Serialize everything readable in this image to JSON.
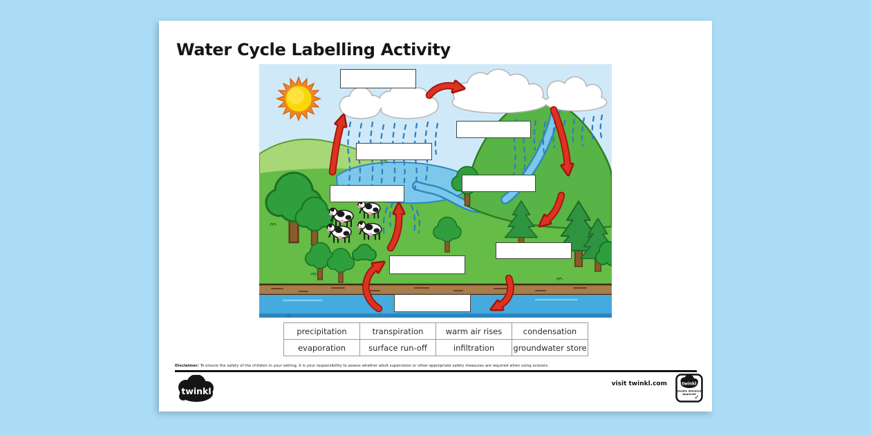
{
  "page": {
    "title": "Water Cycle Labelling Activity"
  },
  "diagram": {
    "description": "Cartoon water cycle scene with sun, clouds, rain, mountain, river, lake, trees, cows, soil layer and groundwater, linked by red arrows",
    "scene_elements": [
      "sun",
      "clouds",
      "rain",
      "mountain",
      "river",
      "lake",
      "trees",
      "cows",
      "soil-layer",
      "groundwater",
      "red-cycle-arrows"
    ],
    "label_boxes": [
      {
        "id": "label-box-1",
        "value": ""
      },
      {
        "id": "label-box-2",
        "value": ""
      },
      {
        "id": "label-box-3",
        "value": ""
      },
      {
        "id": "label-box-4",
        "value": ""
      },
      {
        "id": "label-box-5",
        "value": ""
      },
      {
        "id": "label-box-6",
        "value": ""
      },
      {
        "id": "label-box-7",
        "value": ""
      },
      {
        "id": "label-box-8",
        "value": ""
      }
    ]
  },
  "word_bank": {
    "rows": [
      [
        "precipitation",
        "transpiration",
        "warm air rises",
        "condensation"
      ],
      [
        "evaporation",
        "surface run-off",
        "infiltration",
        "groundwater store"
      ]
    ]
  },
  "icons": {
    "scissors": "✂",
    "checkmark": "✓"
  },
  "footer": {
    "disclaimer_label": "Disclaimer:",
    "disclaimer_text": " To ensure the safety of the children in your setting, it is your responsibility to assess whether adult supervision or other appropriate safety measures are required when using scissors.",
    "logo_text": "twinkl",
    "visit_text": "visit twinkl.com",
    "badge_brand": "twinkl",
    "badge_line1": "Quality Standard",
    "badge_line2": "Approved"
  },
  "colors": {
    "canvas_background": "#aadcf6",
    "paper": "#ffffff",
    "sky": "#cfe9f9",
    "grass": "#65bc46",
    "hill_light": "#a8d778",
    "mountain": "#58b446",
    "water": "#7dc8ea",
    "groundwater": "#45aadd",
    "soil": "#a97c4b",
    "arrow_red": "#dd3222",
    "sun_ray": "#ef8b1d",
    "sun_disc": "#f9d70b",
    "rain_blue": "#2e7fc0"
  }
}
